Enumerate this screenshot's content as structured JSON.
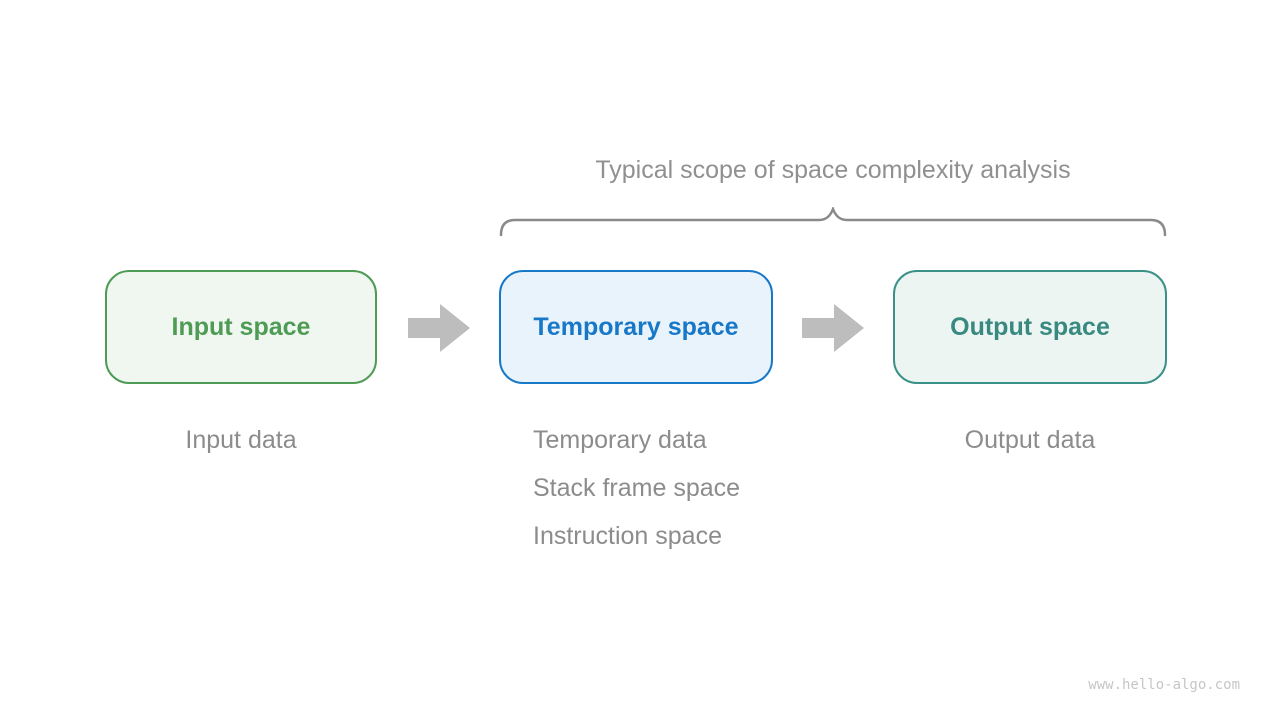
{
  "diagram": {
    "title": "Typical scope of space complexity analysis",
    "title_color": "#909090",
    "brace_color": "#8a8a8a",
    "watermark": "www.hello-algo.com",
    "watermark_color": "#c6c6c6",
    "background": "#ffffff"
  },
  "boxes": [
    {
      "id": "input-space",
      "label": "Input space",
      "border_color": "#4e9b55",
      "fill_color": "#f0f7f0",
      "text_color": "#4e9b54"
    },
    {
      "id": "temporary-space",
      "label": "Temporary space",
      "border_color": "#1778c8",
      "fill_color": "#e9f3fc",
      "text_color": "#1778c8"
    },
    {
      "id": "output-space",
      "label": "Output space",
      "border_color": "#3a9187",
      "fill_color": "#edf5f3",
      "text_color": "#38897f"
    }
  ],
  "arrows": {
    "color": "#bdbdbd",
    "direction": "right",
    "count": 2
  },
  "notes": {
    "text_color": "#8c8c8c",
    "input": {
      "line1": "Input data"
    },
    "temporary": {
      "line1": "Temporary data",
      "line2": "Stack frame space",
      "line3": "Instruction space"
    },
    "output": {
      "line1": "Output data"
    }
  }
}
